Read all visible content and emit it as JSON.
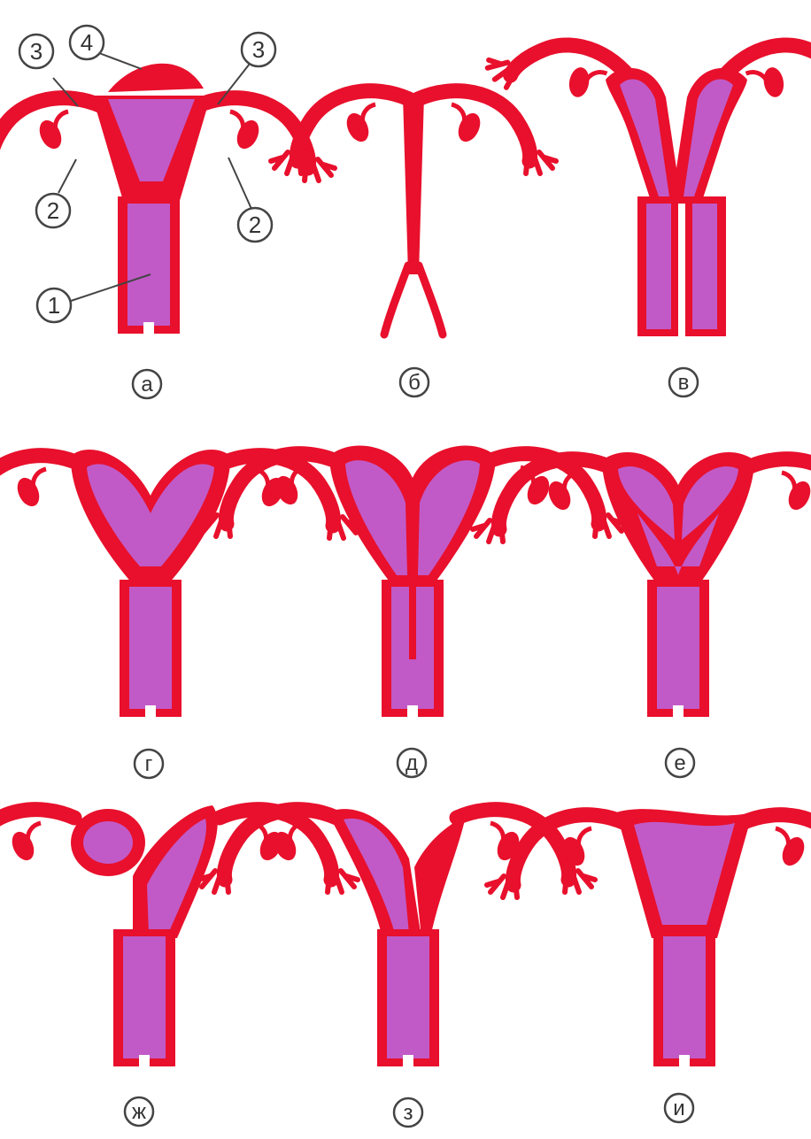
{
  "colors": {
    "muscle": "#e8102c",
    "cavity": "#c15ac7",
    "label_ring": "#444444",
    "label_text": "#333333",
    "background": "#ffffff"
  },
  "callouts": {
    "cervix_vagina": "1",
    "ovary_left": "2",
    "ovary_right": "2",
    "tube_left": "3",
    "tube_right": "3",
    "fundus": "4"
  },
  "panels": {
    "a": {
      "label": "а",
      "variant": "normal"
    },
    "b": {
      "label": "б",
      "variant": "aplasia"
    },
    "v": {
      "label": "в",
      "variant": "didelphys"
    },
    "g": {
      "label": "г",
      "variant": "bicornuate"
    },
    "d": {
      "label": "д",
      "variant": "septate-complete"
    },
    "e": {
      "label": "е",
      "variant": "septate-partial"
    },
    "zh": {
      "label": "ж",
      "variant": "rudimentary-horn"
    },
    "z": {
      "label": "з",
      "variant": "unicornuate"
    },
    "i": {
      "label": "и",
      "variant": "arcuate"
    }
  }
}
